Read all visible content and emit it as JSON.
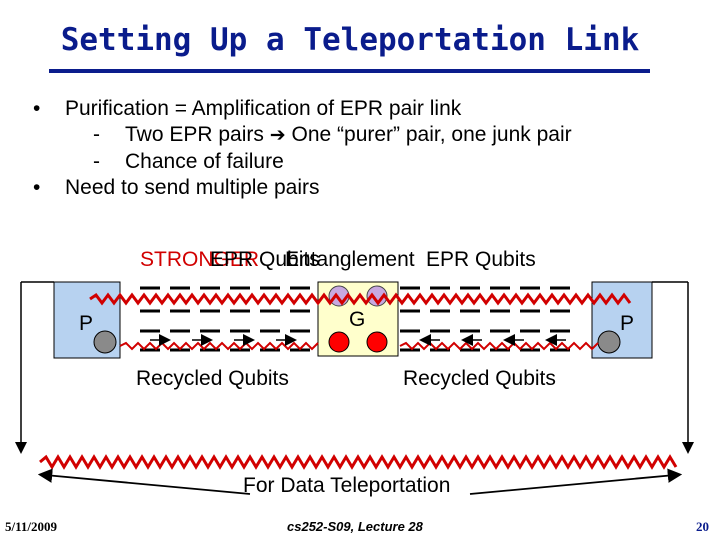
{
  "title": "Setting Up a Teleportation Link",
  "bullets": [
    {
      "marker": "•",
      "text": "Purification = Amplification of EPR pair link",
      "sub": [
        {
          "marker": "-",
          "before": "Two EPR pairs",
          "arrow_icon": "➔",
          "after": "One “purer” pair, one junk pair"
        },
        {
          "marker": "-",
          "text": "Chance of failure"
        }
      ]
    },
    {
      "marker": "•",
      "text": "Need to send multiple pairs"
    }
  ],
  "diagram": {
    "header_overlap": {
      "a": "STRONGER",
      "b": "Entanglement"
    },
    "header_left": "EPR Qubits",
    "header_right": "EPR Qubits",
    "left_node": "P",
    "center_node": "G",
    "right_node": "P",
    "recycled_left": "Recycled Qubits",
    "recycled_right": "Recycled Qubits",
    "bottom_label": "For Data Teleportation",
    "colors": {
      "wave": "#d10000",
      "node_fill": "#b7d2f0",
      "center_fill": "#ffffcc",
      "qubit_red": "#ff0000",
      "qubit_purple": "#c8a8e0"
    }
  },
  "footer": {
    "date": "5/11/2009",
    "course": "cs252-S09, Lecture 28",
    "page": "20"
  }
}
